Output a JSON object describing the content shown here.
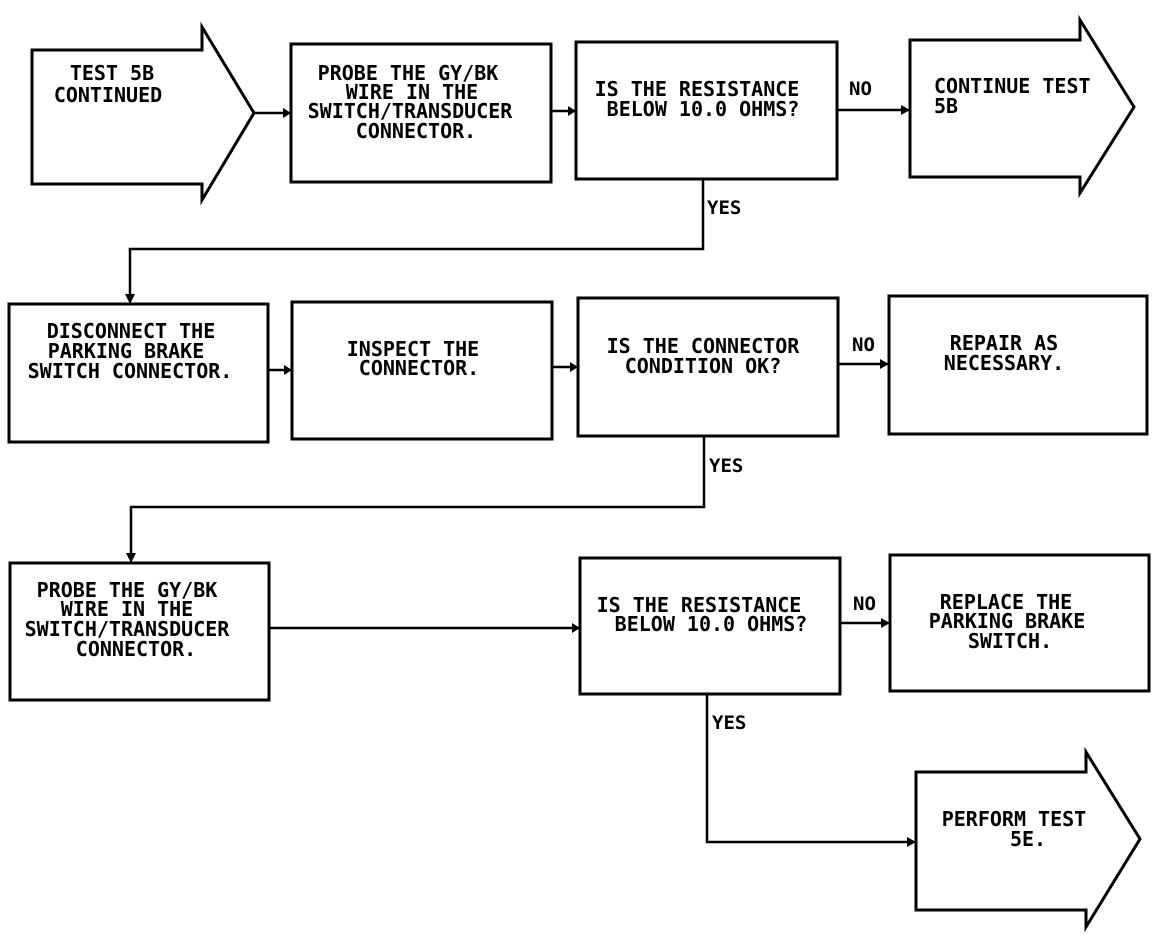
{
  "nodes": {
    "start": {
      "lines": [
        "TEST 5B",
        "CONTINUED"
      ]
    },
    "probe1": {
      "lines": [
        "PROBE THE GY/BK",
        "WIRE IN THE",
        "SWITCH/TRANSDUCER",
        "CONNECTOR."
      ]
    },
    "q1": {
      "lines": [
        "IS THE RESISTANCE",
        "BELOW 10.0 OHMS?"
      ]
    },
    "cont": {
      "lines": [
        "CONTINUE TEST",
        "5B"
      ]
    },
    "disc": {
      "lines": [
        "DISCONNECT THE",
        "PARKING BRAKE",
        "SWITCH CONNECTOR."
      ]
    },
    "insp": {
      "lines": [
        "INSPECT THE",
        "CONNECTOR."
      ]
    },
    "q2": {
      "lines": [
        "IS THE CONNECTOR",
        "CONDITION OK?"
      ]
    },
    "repair": {
      "lines": [
        "REPAIR AS",
        "NECESSARY."
      ]
    },
    "probe2": {
      "lines": [
        "PROBE THE GY/BK",
        "WIRE IN THE",
        "SWITCH/TRANSDUCER",
        "CONNECTOR."
      ]
    },
    "q3": {
      "lines": [
        "IS THE RESISTANCE",
        "BELOW 10.0 OHMS?"
      ]
    },
    "replace": {
      "lines": [
        "REPLACE THE",
        "PARKING BRAKE",
        "SWITCH."
      ]
    },
    "perform": {
      "lines": [
        "PERFORM TEST",
        "5E."
      ]
    }
  },
  "edge_labels": {
    "q1_no": "NO",
    "q1_yes": "YES",
    "q2_no": "NO",
    "q2_yes": "YES",
    "q3_no": "NO",
    "q3_yes": "YES"
  }
}
